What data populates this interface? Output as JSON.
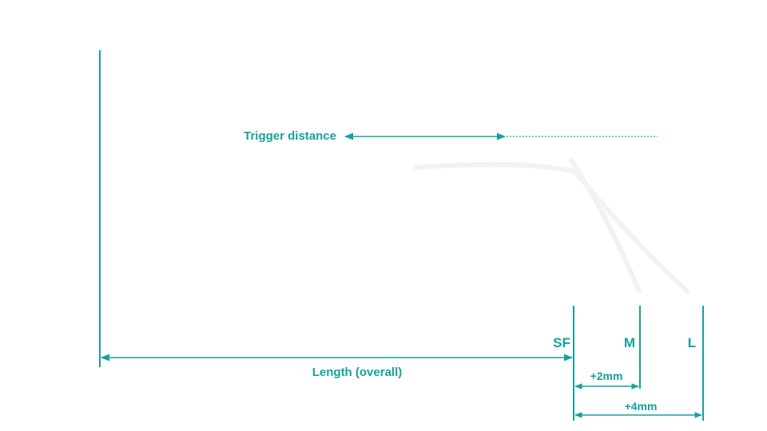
{
  "colors": {
    "accent": "#16a0a0",
    "background": "#ffffff"
  },
  "labels": {
    "trigger_distance": "Trigger distance",
    "length_overall": "Length (overall)",
    "size_sf": "SF",
    "size_m": "M",
    "size_l": "L",
    "plus_2mm": "+2mm",
    "plus_4mm": "+4mm"
  }
}
